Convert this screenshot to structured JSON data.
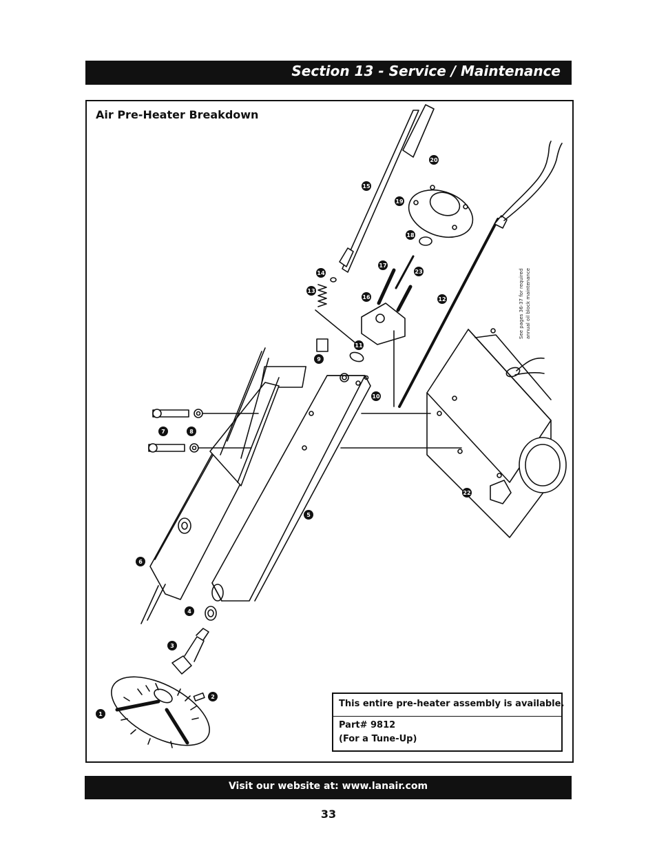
{
  "header": {
    "title": "Section 13 - Service / Maintenance"
  },
  "diagram": {
    "title": "Air Pre-Heater Breakdown",
    "note_line1": "See pages 36-37 for required",
    "note_line2": "annual oil block maintenance",
    "callouts": [
      "1",
      "2",
      "3",
      "4",
      "5",
      "6",
      "7",
      "8",
      "9",
      "10",
      "11",
      "12",
      "13",
      "14",
      "15",
      "16",
      "17",
      "18",
      "19",
      "20",
      "22",
      "23"
    ]
  },
  "availability": {
    "heading": "This entire pre-heater assembly is available.",
    "part": "Part# 9812",
    "note": "(For a Tune-Up)"
  },
  "footer": {
    "website": "Visit our website at: www.lanair.com"
  },
  "page": {
    "number": "33"
  }
}
